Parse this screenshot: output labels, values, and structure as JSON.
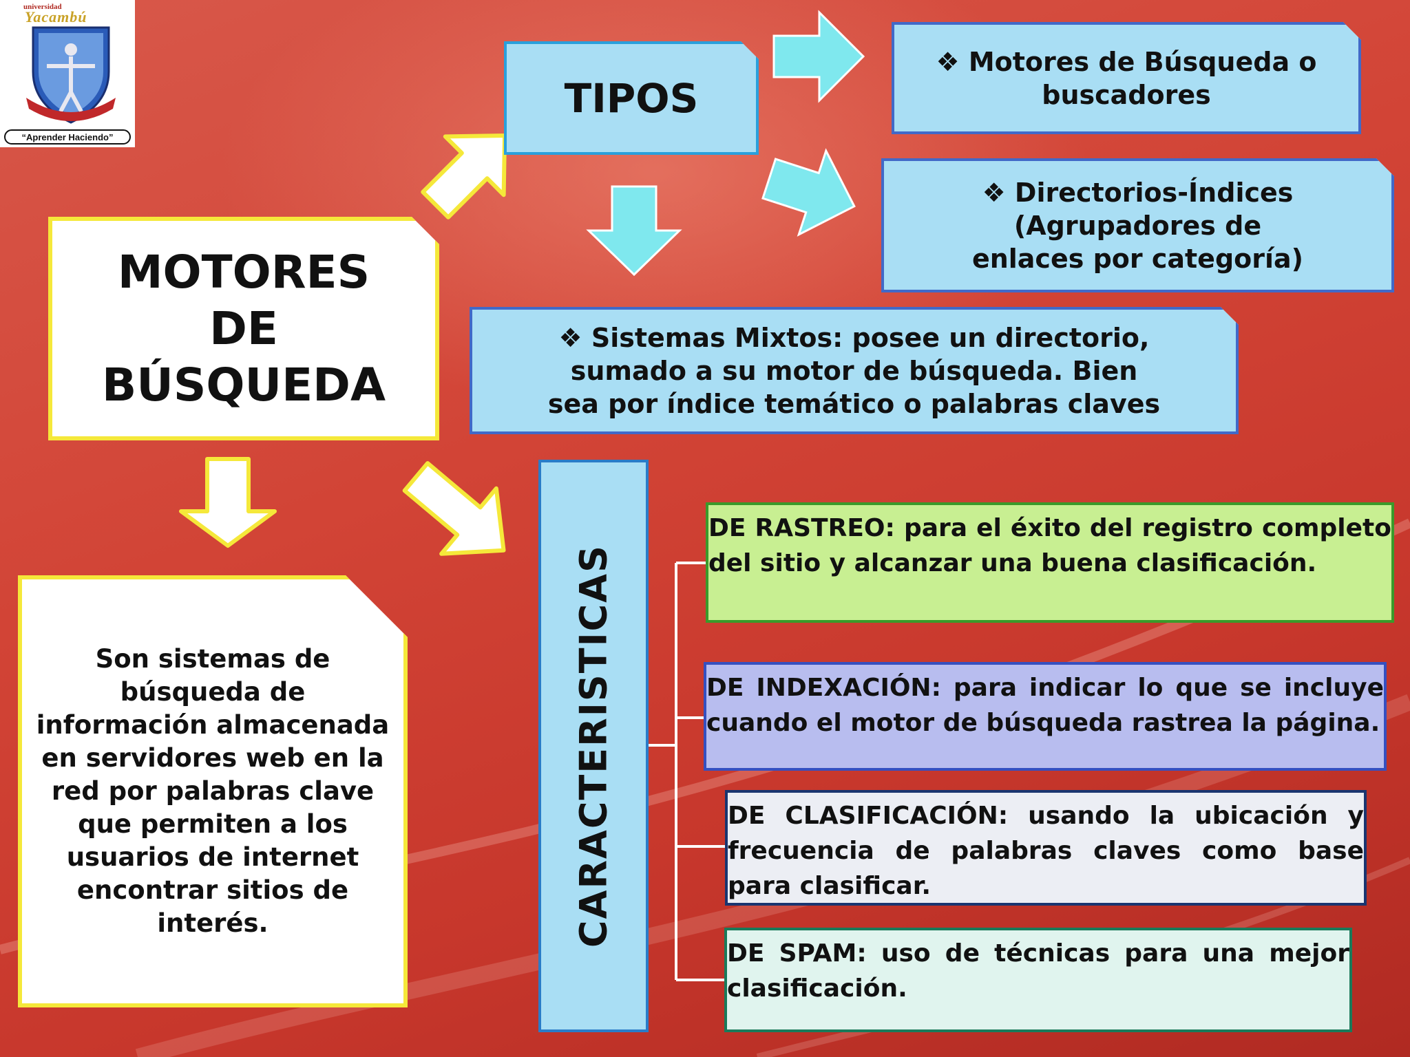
{
  "logo": {
    "university": "universidad",
    "name": "Yacambú",
    "motto": "“Aprender Haciendo”"
  },
  "main_title": "MOTORES DE BÚSQUEDA",
  "main_title_lines": [
    "MOTORES",
    "DE",
    "BÚSQUEDA"
  ],
  "definition": "Son sistemas de búsqueda de información almacenada en servidores web en la red por palabras clave que permiten a los usuarios de internet encontrar sitios de interés.",
  "tipos": {
    "label": "TIPOS",
    "items": [
      "❖  Motores de Búsqueda o buscadores",
      "❖  Directorios-Índices (Agrupadores de enlaces por categoría)",
      "❖  Sistemas Mixtos: posee un directorio, sumado a su motor de búsqueda. Bien sea por índice temático o palabras claves"
    ]
  },
  "caracteristicas": {
    "label": "CARACTERISTICAS",
    "items": [
      "DE RASTREO: para el éxito del registro completo del sitio y alcanzar una buena clasificación.",
      "DE INDEXACIÓN: para indicar lo que se incluye cuando el motor de búsqueda rastrea la página.",
      "DE CLASIFICACIÓN: usando la ubicación y frecuencia de palabras claves como base para clasificar.",
      "DE SPAM: uso de técnicas para una mejor clasificación."
    ]
  },
  "colors": {
    "background": "#d24436",
    "white_box_border": "#f5e83a",
    "light_blue_box": "#a9def4",
    "arrow_cyan": "#7fe8ee",
    "feature_green": "#c8ef92",
    "feature_violet": "#b8bdef",
    "feature_gray": "#eceef4",
    "feature_mint": "#e0f4ee"
  }
}
